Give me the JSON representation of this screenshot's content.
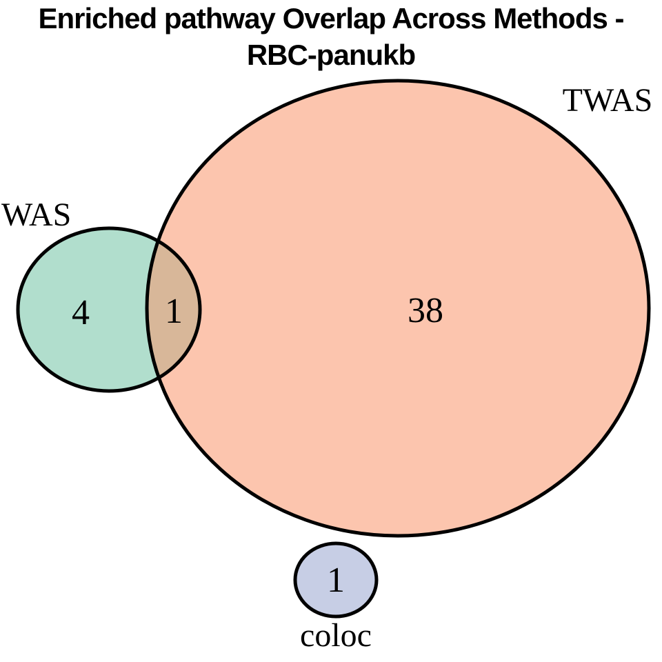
{
  "title": {
    "line1": "Enriched pathway Overlap Across Methods -",
    "line2": "RBC-panukb"
  },
  "venn": {
    "left_set_label": "WAS",
    "big_set_label": "TWAS",
    "bottom_set_label": "coloc",
    "left_only_count": "4",
    "left_big_overlap_count": "1",
    "big_only_count": "38",
    "bottom_only_count": "1"
  },
  "colors": {
    "left_set_fill": "#B1DECD",
    "big_set_fill": "#FCC5AE",
    "overlap_fill": "#D8B799",
    "bottom_set_fill": "#C7CEE5",
    "outline": "#000000",
    "background": "#FFFFFF"
  },
  "chart_data": {
    "type": "venn",
    "title": "Enriched pathway Overlap Across Methods - RBC-panukb",
    "sets": [
      {
        "label": "WAS",
        "color": "#B1DECD"
      },
      {
        "label": "TWAS",
        "color": "#FCC5AE"
      },
      {
        "label": "coloc",
        "color": "#C7CEE5"
      }
    ],
    "regions": [
      {
        "sets": [
          "WAS"
        ],
        "count": 4
      },
      {
        "sets": [
          "WAS",
          "TWAS"
        ],
        "count": 1
      },
      {
        "sets": [
          "TWAS"
        ],
        "count": 38
      },
      {
        "sets": [
          "coloc"
        ],
        "count": 1
      }
    ],
    "legend_position": "none"
  }
}
